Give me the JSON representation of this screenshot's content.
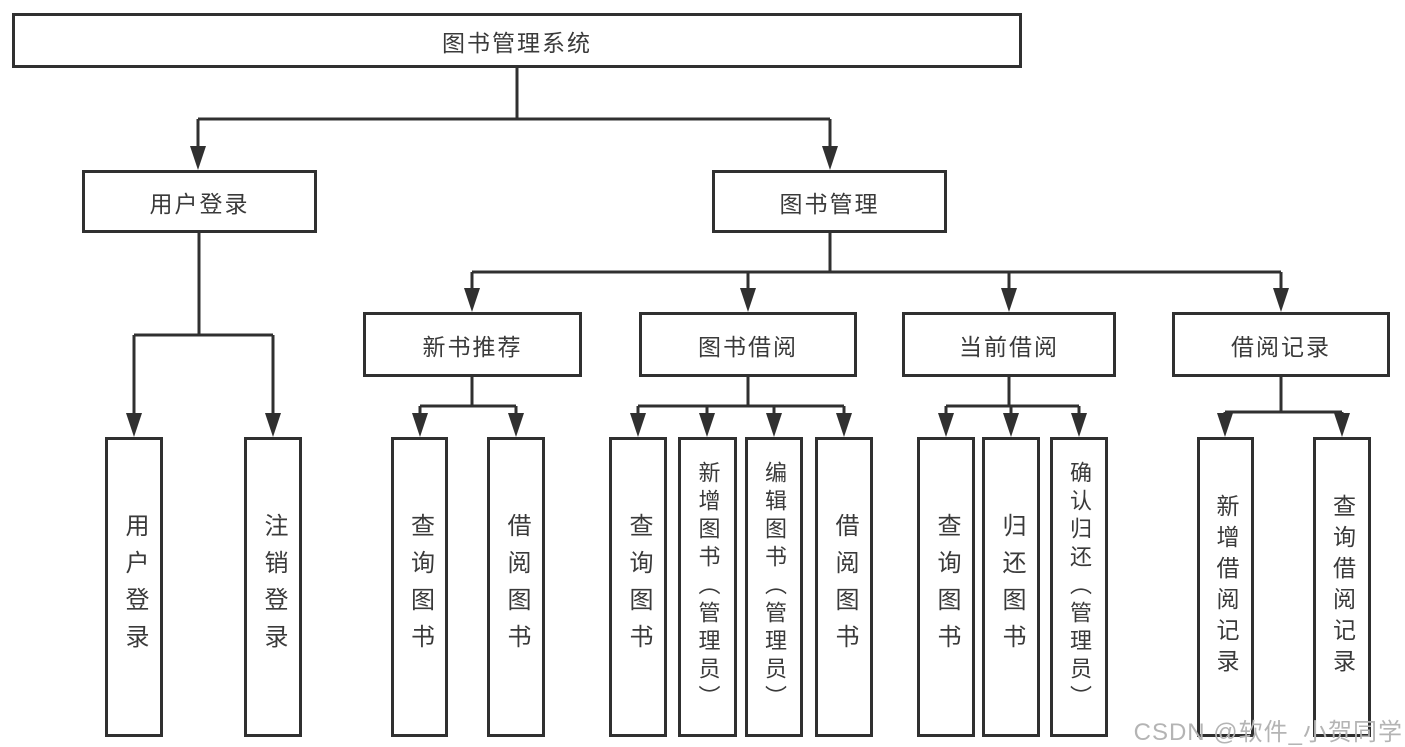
{
  "diagram_title": "图书管理系统",
  "nodes": {
    "root": {
      "label": "图书管理系统"
    },
    "level2": [
      {
        "id": "user-login",
        "label": "用户登录"
      },
      {
        "id": "book-management",
        "label": "图书管理"
      }
    ],
    "level3": [
      {
        "id": "new-book-recommend",
        "label": "新书推荐"
      },
      {
        "id": "book-borrow",
        "label": "图书借阅"
      },
      {
        "id": "current-borrow",
        "label": "当前借阅"
      },
      {
        "id": "borrow-records",
        "label": "借阅记录"
      }
    ],
    "leaves": {
      "user_login": [
        {
          "label": "用户登录"
        },
        {
          "label": "注销登录"
        }
      ],
      "new_book_recommend": [
        {
          "label": "查询图书"
        },
        {
          "label": "借阅图书"
        }
      ],
      "book_borrow": [
        {
          "label": "查询图书"
        },
        {
          "label": "新增图书（管理员）"
        },
        {
          "label": "编辑图书（管理员）"
        },
        {
          "label": "借阅图书"
        }
      ],
      "current_borrow": [
        {
          "label": "查询图书"
        },
        {
          "label": "归还图书"
        },
        {
          "label": "确认归还（管理员）"
        }
      ],
      "borrow_records": [
        {
          "label": "新增借阅记录"
        },
        {
          "label": "查询借阅记录"
        }
      ]
    }
  },
  "watermark": {
    "text": "CSDN @软件_小贺同学"
  },
  "colors": {
    "line": "#303030",
    "text": "#3a3a3a",
    "watermark": "#b4b4b4",
    "bg": "#ffffff"
  }
}
